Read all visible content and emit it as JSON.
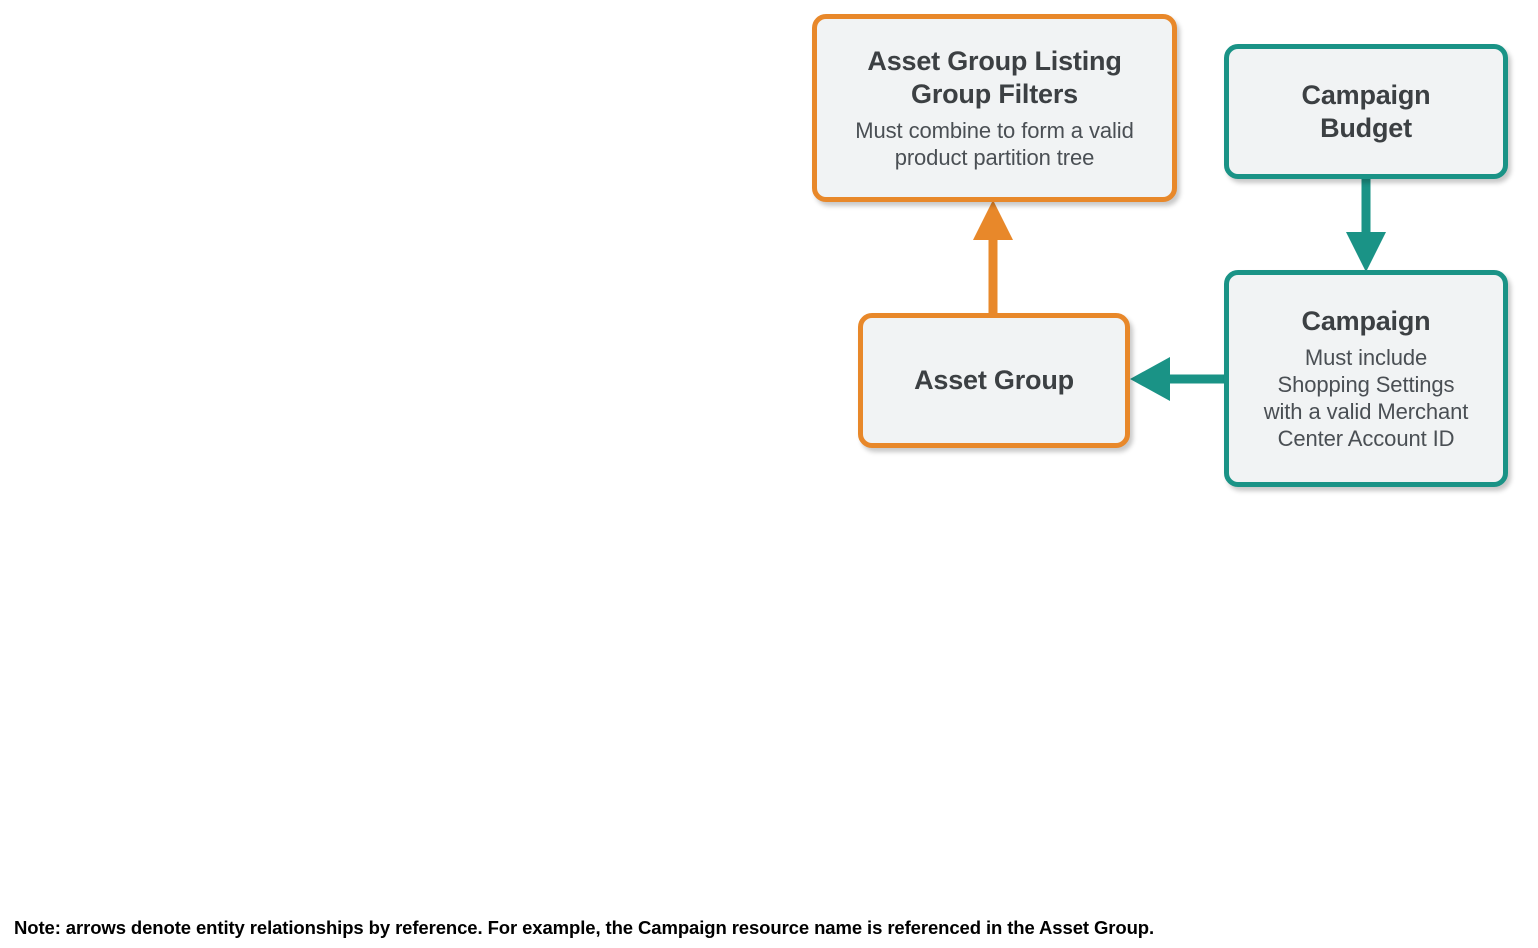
{
  "diagram": {
    "nodes": [
      {
        "id": "asset-group-listing-group-filters",
        "title": "Asset Group Listing\nGroup Filters",
        "desc": "Must combine to form a valid\nproduct partition tree",
        "color": "#E8882A",
        "color_name": "orange"
      },
      {
        "id": "asset-group",
        "title": "Asset Group",
        "desc": "",
        "color": "#E8882A",
        "color_name": "orange"
      },
      {
        "id": "campaign-budget",
        "title": "Campaign\nBudget",
        "desc": "",
        "color": "#1A9386",
        "color_name": "teal"
      },
      {
        "id": "campaign",
        "title": "Campaign",
        "desc": "Must include\nShopping Settings\nwith a valid Merchant\nCenter Account ID",
        "color": "#1A9386",
        "color_name": "teal"
      }
    ],
    "edges": [
      {
        "id": "asset-group-to-listing-group-filters",
        "from": "asset-group",
        "to": "asset-group-listing-group-filters",
        "color": "#E8882A",
        "direction": "up"
      },
      {
        "id": "campaign-budget-to-campaign",
        "from": "campaign-budget",
        "to": "campaign",
        "color": "#1A9386",
        "direction": "down"
      },
      {
        "id": "campaign-to-asset-group",
        "from": "campaign",
        "to": "asset-group",
        "color": "#1A9386",
        "direction": "left"
      }
    ],
    "footer_note": "Note: arrows denote entity relationships by reference. For example, the Campaign resource name is referenced in the Asset Group.",
    "theme": {
      "background": "#FFFFFF",
      "node_fill": "#F1F3F4",
      "title_color": "#3C4043",
      "desc_color": "#4A4F54",
      "note_color": "#000000"
    }
  }
}
